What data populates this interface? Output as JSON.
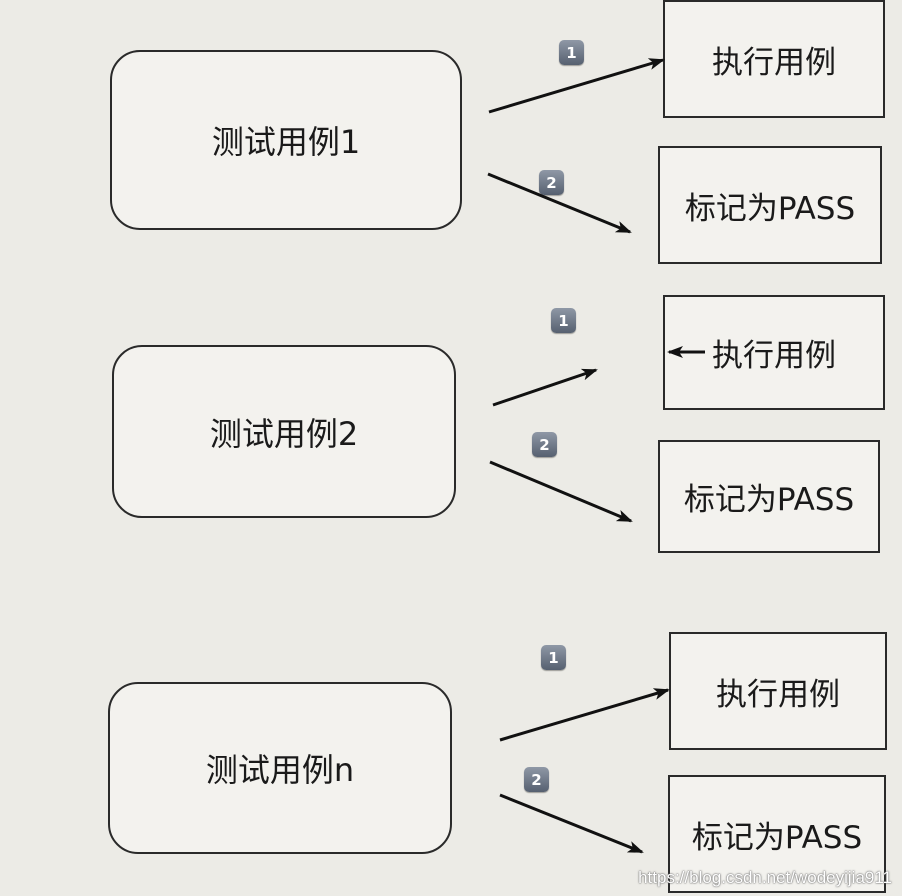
{
  "groups": [
    {
      "case_label": "测试用例1",
      "action1_label": "执行用例",
      "action2_label": "标记为PASS",
      "badge1": "1",
      "badge2": "2"
    },
    {
      "case_label": "测试用例2",
      "action1_label": "执行用例",
      "action2_label": "标记为PASS",
      "badge1": "1",
      "badge2": "2"
    },
    {
      "case_label": "测试用例n",
      "action1_label": "执行用例",
      "action2_label": "标记为PASS",
      "badge1": "1",
      "badge2": "2"
    }
  ],
  "watermark": "https://blog.csdn.net/wodeyijia911"
}
